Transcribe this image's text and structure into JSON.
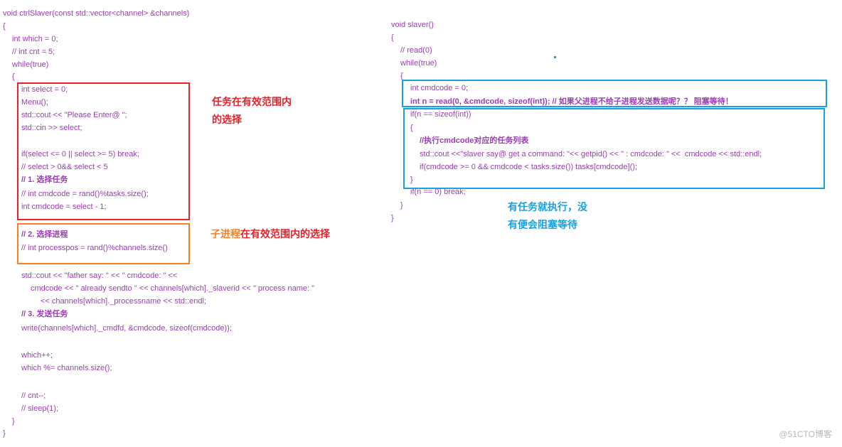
{
  "colors": {
    "code": "#9a3db3",
    "red": "#e8202a",
    "orange": "#f5802a",
    "blue": "#1aa0e0",
    "watermark": "#b8b8b8"
  },
  "left_code": [
    "void ctrlSlaver(const std::vector<channel> &channels)",
    "{",
    "int which = 0;",
    "// int cnt = 5;",
    "while(true)",
    "{",
    "int select = 0;",
    "Menu();",
    "std::cout << \"Please Enter@ \";",
    "std::cin >> select;",
    "if(select <= 0 || select >= 5) break;",
    "// select > 0&& select < 5",
    "// 1. 选择任务",
    "// int cmdcode = rand()%tasks.size();",
    "int cmdcode = select - 1;",
    "// 2. 选择进程",
    "// int processpos = rand()%channels.size()",
    "std::cout << \"father say: \" << \" cmdcode: \" <<",
    "cmdcode << \" already sendto \" << channels[which]._slaverid << \" process name: \"",
    "<< channels[which]._processname << std::endl;",
    "// 3. 发送任务",
    "write(channels[which]._cmdfd, &cmdcode, sizeof(cmdcode));",
    "which++;",
    "which %= channels.size();",
    "// cnt--;",
    "// sleep(1);",
    "}",
    "}"
  ],
  "right_code": [
    "void slaver()",
    "{",
    "// read(0)",
    "while(true)",
    "{",
    "int cmdcode = 0;",
    "int n = read(0, &cmdcode, sizeof(int)); // 如果父进程不给子进程发送数据呢？？ 阻塞等待！",
    "if(n == sizeof(int))",
    "{",
    "//执行cmdcode对应的任务列表",
    "std::cout <<\"slaver say@ get a command: \"<< getpid() << \" : cmdcode: \" <<  cmdcode << std::endl;",
    "if(cmdcode >= 0 && cmdcode < tasks.size()) tasks[cmdcode]();",
    "}",
    "if(n == 0) break;",
    "}",
    "}"
  ],
  "notes": {
    "red_line1": "任务在有效范围内",
    "red_line2": "的选择",
    "orange_prefix": "子进程",
    "orange_rest": "在有效范围内的选择",
    "blue_line1": "有任务就执行，没",
    "blue_line2": "有便会阻塞等待"
  },
  "watermark": "@51CTO博客"
}
